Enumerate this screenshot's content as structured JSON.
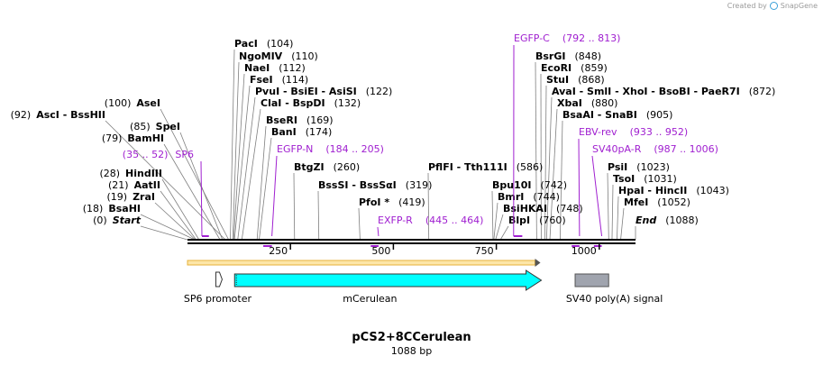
{
  "watermark": {
    "text": "Created by",
    "brand": "SnapGene"
  },
  "plasmid": {
    "name": "pCS2+8CCerulean",
    "length_label": "1088 bp",
    "length": 1088
  },
  "colors": {
    "primer": "#a020d0",
    "mcerulean": "#00ffff",
    "sv40": "#a0a4ae",
    "feature_line": "#e7b23a",
    "feature_band": "#fde6a8"
  },
  "ticks": [
    {
      "pos": 250,
      "label": "250"
    },
    {
      "pos": 500,
      "label": "500"
    },
    {
      "pos": 750,
      "label": "750"
    },
    {
      "pos": 1000,
      "label": "1000"
    }
  ],
  "sites": [
    {
      "pos": 0,
      "label": "(0)",
      "name": "Start",
      "italic": true,
      "side": "left"
    },
    {
      "pos": 18,
      "label": "(18)",
      "name": "BsaHI",
      "side": "left"
    },
    {
      "pos": 19,
      "label": "(19)",
      "name": "ZraI",
      "side": "left"
    },
    {
      "pos": 21,
      "label": "(21)",
      "name": "AatII",
      "side": "left"
    },
    {
      "pos": 28,
      "label": "(28)",
      "name": "HindIII",
      "side": "left"
    },
    {
      "pos": 79,
      "label": "(79)",
      "name": "BamHI",
      "side": "left"
    },
    {
      "pos": 85,
      "label": "(85)",
      "name": "SpeI",
      "side": "left"
    },
    {
      "pos": 92,
      "label": "(92)",
      "name": "AscI  -  BssHII",
      "side": "left"
    },
    {
      "pos": 100,
      "label": "(100)",
      "name": "AseI",
      "side": "left"
    },
    {
      "pos": 104,
      "label": "(104)",
      "name": "PacI",
      "side": "right"
    },
    {
      "pos": 110,
      "label": "(110)",
      "name": "NgoMIV",
      "side": "right"
    },
    {
      "pos": 112,
      "label": "(112)",
      "name": "NaeI",
      "side": "right"
    },
    {
      "pos": 114,
      "label": "(114)",
      "name": "FseI",
      "side": "right"
    },
    {
      "pos": 122,
      "label": "(122)",
      "name": "PvuI  -  BsiEI  -  AsiSI",
      "side": "right"
    },
    {
      "pos": 132,
      "label": "(132)",
      "name": "ClaI  -  BspDI",
      "side": "right"
    },
    {
      "pos": 169,
      "label": "(169)",
      "name": "BseRI",
      "side": "right"
    },
    {
      "pos": 174,
      "label": "(174)",
      "name": "BanI",
      "side": "right"
    },
    {
      "pos": 260,
      "label": "(260)",
      "name": "BtgZI",
      "side": "right"
    },
    {
      "pos": 319,
      "label": "(319)",
      "name": "BssSI  -  BssSαI",
      "side": "right"
    },
    {
      "pos": 419,
      "label": "(419)",
      "name": "PfoI *",
      "side": "right"
    },
    {
      "pos": 586,
      "label": "(586)",
      "name": "PflFI  -  Tth111I",
      "side": "right"
    },
    {
      "pos": 742,
      "label": "(742)",
      "name": "Bpu10I",
      "side": "right"
    },
    {
      "pos": 744,
      "label": "(744)",
      "name": "BmrI",
      "side": "right"
    },
    {
      "pos": 748,
      "label": "(748)",
      "name": "BsiHKAI",
      "side": "right"
    },
    {
      "pos": 760,
      "label": "(760)",
      "name": "BlpI",
      "side": "right"
    },
    {
      "pos": 848,
      "label": "(848)",
      "name": "BsrGI",
      "side": "right"
    },
    {
      "pos": 859,
      "label": "(859)",
      "name": "EcoRI",
      "side": "right"
    },
    {
      "pos": 868,
      "label": "(868)",
      "name": "StuI",
      "side": "right"
    },
    {
      "pos": 872,
      "label": "(872)",
      "name": "AvaI  -  SmlI  -  XhoI  -  BsoBI  -  PaeR7I",
      "side": "right"
    },
    {
      "pos": 880,
      "label": "(880)",
      "name": "XbaI",
      "side": "right"
    },
    {
      "pos": 905,
      "label": "(905)",
      "name": "BsaAI  -  SnaBI",
      "side": "right"
    },
    {
      "pos": 1023,
      "label": "(1023)",
      "name": "PsiI",
      "side": "right"
    },
    {
      "pos": 1031,
      "label": "(1031)",
      "name": "TsoI",
      "side": "right"
    },
    {
      "pos": 1043,
      "label": "(1043)",
      "name": "HpaI  -  HincII",
      "side": "right"
    },
    {
      "pos": 1052,
      "label": "(1052)",
      "name": "MfeI",
      "side": "right"
    },
    {
      "pos": 1088,
      "label": "(1088)",
      "name": "End",
      "italic": true,
      "side": "right"
    }
  ],
  "primers": [
    {
      "name": "SP6",
      "range": "(35 .. 52)",
      "start": 35,
      "end": 52,
      "dir": "forward"
    },
    {
      "name": "EGFP-N",
      "range": "(184 .. 205)",
      "start": 184,
      "end": 205,
      "dir": "reverse"
    },
    {
      "name": "EXFP-R",
      "range": "(445 .. 464)",
      "start": 445,
      "end": 464,
      "dir": "reverse"
    },
    {
      "name": "EGFP-C",
      "range": "(792 .. 813)",
      "start": 792,
      "end": 813,
      "dir": "forward"
    },
    {
      "name": "EBV-rev",
      "range": "(933 .. 952)",
      "start": 933,
      "end": 952,
      "dir": "reverse"
    },
    {
      "name": "SV40pA-R",
      "range": "(987 .. 1006)",
      "start": 987,
      "end": 1006,
      "dir": "reverse"
    }
  ],
  "features": [
    {
      "name": "SP6 promoter",
      "start": 36,
      "end": 52,
      "type": "promoter"
    },
    {
      "name": "mCerulean",
      "start": 110,
      "end": 844,
      "type": "cds"
    },
    {
      "name": "SV40 poly(A) signal",
      "start": 937,
      "end": 1071,
      "type": "polya"
    }
  ]
}
